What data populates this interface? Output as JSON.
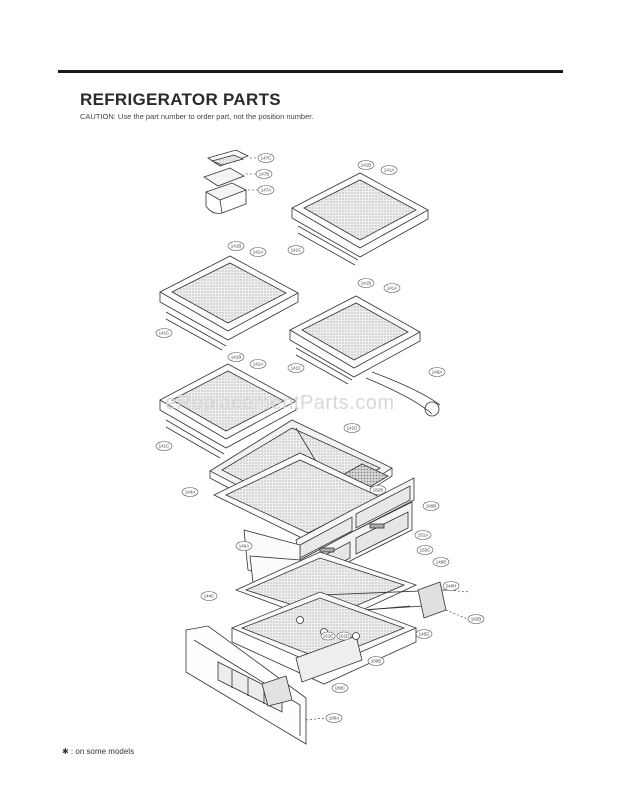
{
  "header": {
    "title": "REFRIGERATOR PARTS",
    "caution": "CAUTION: Use the part number to order part, not the position number."
  },
  "watermark": "eReplacementParts.com",
  "footnote": "✱ : on some models",
  "callouts": [
    {
      "id": "c1",
      "text": "147C"
    },
    {
      "id": "c2",
      "text": "147B"
    },
    {
      "id": "c3",
      "text": "147A"
    },
    {
      "id": "c4",
      "text": "141B"
    },
    {
      "id": "c5",
      "text": "141A"
    },
    {
      "id": "c6",
      "text": "141C"
    },
    {
      "id": "c7",
      "text": "141B"
    },
    {
      "id": "c8",
      "text": "141A"
    },
    {
      "id": "c9",
      "text": "141C"
    },
    {
      "id": "c10",
      "text": "141B"
    },
    {
      "id": "c11",
      "text": "141A"
    },
    {
      "id": "c12",
      "text": "141C"
    },
    {
      "id": "c13",
      "text": "149A"
    },
    {
      "id": "c14",
      "text": "141B"
    },
    {
      "id": "c15",
      "text": "141A"
    },
    {
      "id": "c16",
      "text": "141C"
    },
    {
      "id": "c17",
      "text": "141D"
    },
    {
      "id": "c18",
      "text": "144A"
    },
    {
      "id": "c19",
      "text": "182B"
    },
    {
      "id": "c20",
      "text": "180B"
    },
    {
      "id": "c21",
      "text": "151A"
    },
    {
      "id": "c22",
      "text": "146A"
    },
    {
      "id": "c23",
      "text": "155C"
    },
    {
      "id": "c24",
      "text": "146B"
    },
    {
      "id": "c25",
      "text": "240H"
    },
    {
      "id": "c26",
      "text": "144C"
    },
    {
      "id": "c27",
      "text": "182B"
    },
    {
      "id": "c28",
      "text": "161E"
    },
    {
      "id": "c29",
      "text": "161D"
    },
    {
      "id": "c30",
      "text": "145D"
    },
    {
      "id": "c31",
      "text": "180B"
    },
    {
      "id": "c32",
      "text": "180C"
    },
    {
      "id": "c33",
      "text": "180A"
    }
  ]
}
